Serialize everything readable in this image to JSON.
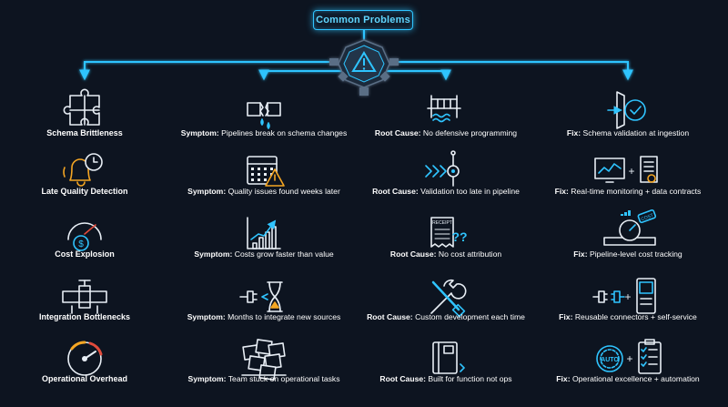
{
  "title": "Common Problems",
  "colors": {
    "background": "#0d1420",
    "accent": "#2fc4ff",
    "warning": "#f5a623",
    "text": "#ffffff"
  },
  "rows": [
    {
      "problem": "Schema Brittleness",
      "symptom_label": "Symptom:",
      "symptom": "Pipelines break on schema changes",
      "cause_label": "Root Cause:",
      "cause": "No defensive programming",
      "fix_label": "Fix:",
      "fix": "Schema validation at ingestion",
      "icons": [
        "puzzle-icon",
        "broken-pipe-icon",
        "ladder-water-icon",
        "shield-check-icon"
      ]
    },
    {
      "problem": "Late Quality Detection",
      "symptom_label": "Symptom:",
      "symptom": "Quality issues found weeks later",
      "cause_label": "Root Cause:",
      "cause": "Validation too late in pipeline",
      "fix_label": "Fix:",
      "fix": "Real-time monitoring + data contracts",
      "icons": [
        "bell-clock-icon",
        "calendar-warning-icon",
        "chevrons-node-icon",
        "monitor-contract-icon"
      ]
    },
    {
      "problem": "Cost Explosion",
      "symptom_label": "Symptom:",
      "symptom": "Costs grow faster than value",
      "cause_label": "Root Cause:",
      "cause": "No cost attribution",
      "fix_label": "Fix:",
      "fix": "Pipeline-level cost tracking",
      "icons": [
        "gauge-dollar-icon",
        "growth-chart-icon",
        "receipt-question-icon",
        "pipeline-cost-icon"
      ],
      "receipt_text": "RECEIPT",
      "receipt_mark": "??",
      "cost_tag": "COST"
    },
    {
      "problem": "Integration Bottlenecks",
      "symptom_label": "Symptom:",
      "symptom": "Months to integrate new sources",
      "cause_label": "Root Cause:",
      "cause": "Custom development each time",
      "fix_label": "Fix:",
      "fix": "Reusable connectors + self-service",
      "icons": [
        "pipe-valve-icon",
        "plug-hourglass-icon",
        "wrench-screwdriver-icon",
        "plug-kiosk-icon"
      ]
    },
    {
      "problem": "Operational Overhead",
      "symptom_label": "Symptom:",
      "symptom": "Team stuck on operational tasks",
      "cause_label": "Root Cause:",
      "cause": "Built for function not ops",
      "fix_label": "Fix:",
      "fix": "Operational excellence + automation",
      "icons": [
        "gauge-red-icon",
        "paper-pile-icon",
        "manual-book-icon",
        "auto-checklist-icon"
      ],
      "auto_text": "AUTO"
    }
  ]
}
